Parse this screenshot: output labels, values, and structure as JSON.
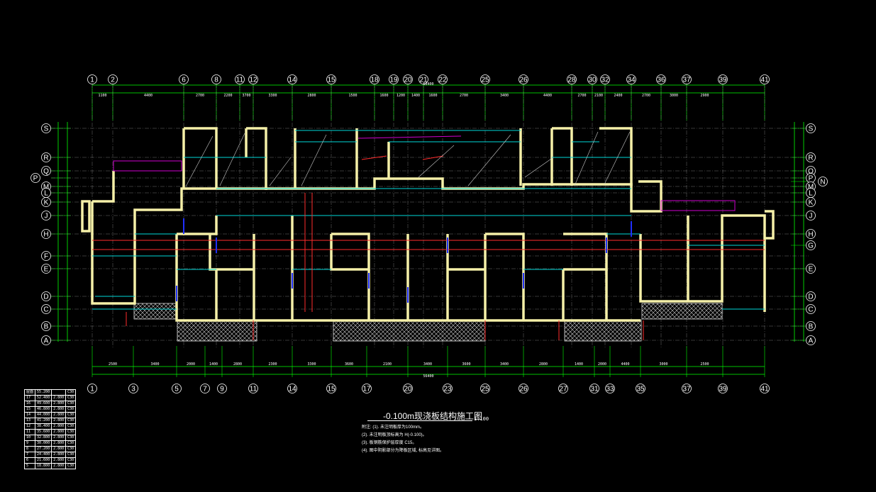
{
  "drawing": {
    "title": "-0.100m现浇板结构施工图",
    "scale": "1:100",
    "overall_dimension": "56400"
  },
  "axes": {
    "top_numbers": [
      "1",
      "2",
      "6",
      "8",
      "11",
      "12",
      "14",
      "15",
      "18",
      "19",
      "20",
      "21",
      "22",
      "25",
      "26",
      "28",
      "30",
      "32",
      "34",
      "36",
      "37",
      "39",
      "41"
    ],
    "bottom_numbers": [
      "1",
      "3",
      "5",
      "7",
      "9",
      "11",
      "14",
      "15",
      "17",
      "20",
      "23",
      "25",
      "26",
      "27",
      "31",
      "33",
      "35",
      "37",
      "39",
      "41"
    ],
    "left_letters": [
      "S",
      "R",
      "Q",
      "P",
      "M",
      "L",
      "K",
      "J",
      "H",
      "F",
      "E",
      "D",
      "C",
      "B",
      "A"
    ],
    "right_letters": [
      "S",
      "R",
      "Q",
      "P",
      "N",
      "M",
      "L",
      "K",
      "J",
      "H",
      "G",
      "E",
      "D",
      "C",
      "B",
      "A"
    ]
  },
  "dimensions": {
    "top": [
      "1100",
      "4400",
      "2700",
      "2200",
      "3700",
      "3300",
      "2800",
      "1500",
      "1600",
      "1200",
      "1400",
      "1600",
      "2700",
      "3400",
      "4400",
      "2700",
      "2100",
      "2400",
      "2700",
      "3000",
      "2900"
    ],
    "bottom": [
      "2500",
      "3400",
      "2000",
      "1400",
      "2800",
      "2300",
      "3300",
      "3600",
      "2100",
      "3400",
      "3600",
      "3400",
      "2800",
      "1400",
      "2000",
      "4400",
      "3000",
      "2500"
    ]
  },
  "level_table": {
    "rows": [
      [
        "屋面",
        "55.200",
        "",
        "C30"
      ],
      [
        "17",
        "52.400",
        "2.800",
        "C30"
      ],
      [
        "16",
        "49.600",
        "2.800",
        "C30"
      ],
      [
        "15",
        "46.800",
        "2.800",
        "C30"
      ],
      [
        "14",
        "44.000",
        "2.800",
        "C30"
      ],
      [
        "13",
        "41.200",
        "2.800",
        "C30"
      ],
      [
        "12",
        "38.400",
        "2.800",
        "C30"
      ],
      [
        "11",
        "35.600",
        "2.800",
        "C30"
      ],
      [
        "10",
        "32.800",
        "2.800",
        "C30"
      ],
      [
        "9",
        "30.000",
        "2.800",
        "C30"
      ],
      [
        "8",
        "27.200",
        "2.800",
        "C30"
      ],
      [
        "7",
        "24.400",
        "2.800",
        "C30"
      ],
      [
        "6",
        "21.600",
        "2.800",
        "C30"
      ],
      [
        "5",
        "18.800",
        "2.800",
        "C30"
      ]
    ]
  },
  "notes": [
    "附注: (1). 未注明板厚为100mm。",
    "(2). 未注明板顶标高为 H(-0.100)。",
    "(3). 板钢筋保护层厚度 C15。",
    "(4). 图中阴影部分为降板区域, 标高见详图。"
  ],
  "colors": {
    "axis_line": "#ffffff",
    "dim_line": "#00ff00",
    "wall": "#f5f0a8",
    "beam": "#00d7d7",
    "rebar": "#ff2b2b",
    "pipe": "#d000d0",
    "column": "#2030ff"
  }
}
